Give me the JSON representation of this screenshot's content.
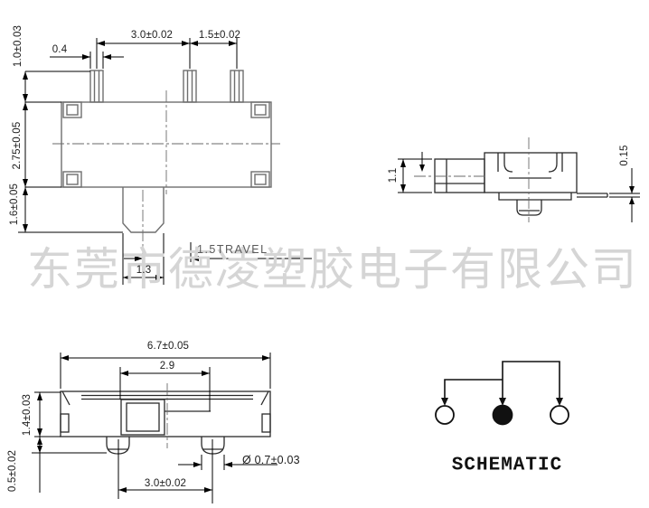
{
  "watermark": "东莞市德凌塑胶电子有限公司",
  "front_view": {
    "pin_height": "1.0±0.03",
    "pin_width": "0.4",
    "pin_pitch_left": "3.0±0.02",
    "pin_pitch_right": "1.5±0.02",
    "body_height": "2.75±0.05",
    "stem_height": "1.6±0.05",
    "stem_width": "1.3",
    "travel_note": "1.5TRAVEL"
  },
  "side_view": {
    "actuator_height": "1.1",
    "terminal_thickness": "0.15"
  },
  "bottom_view": {
    "overall_width": "6.7±0.05",
    "slider_window": "2.9",
    "body_depth": "1.4±0.03",
    "boss_height": "0.5±0.02",
    "boss_pitch": "3.0±0.02",
    "boss_diameter": "Ø 0.7±0.03"
  },
  "schematic": {
    "title": "SCHEMATIC",
    "poles": [
      "open",
      "filled",
      "open"
    ]
  },
  "colors": {
    "part_line": "#6e6e6e",
    "view_line": "#2a2a2a",
    "dimension_line": "#000000",
    "watermark": "#d5d5d5"
  }
}
